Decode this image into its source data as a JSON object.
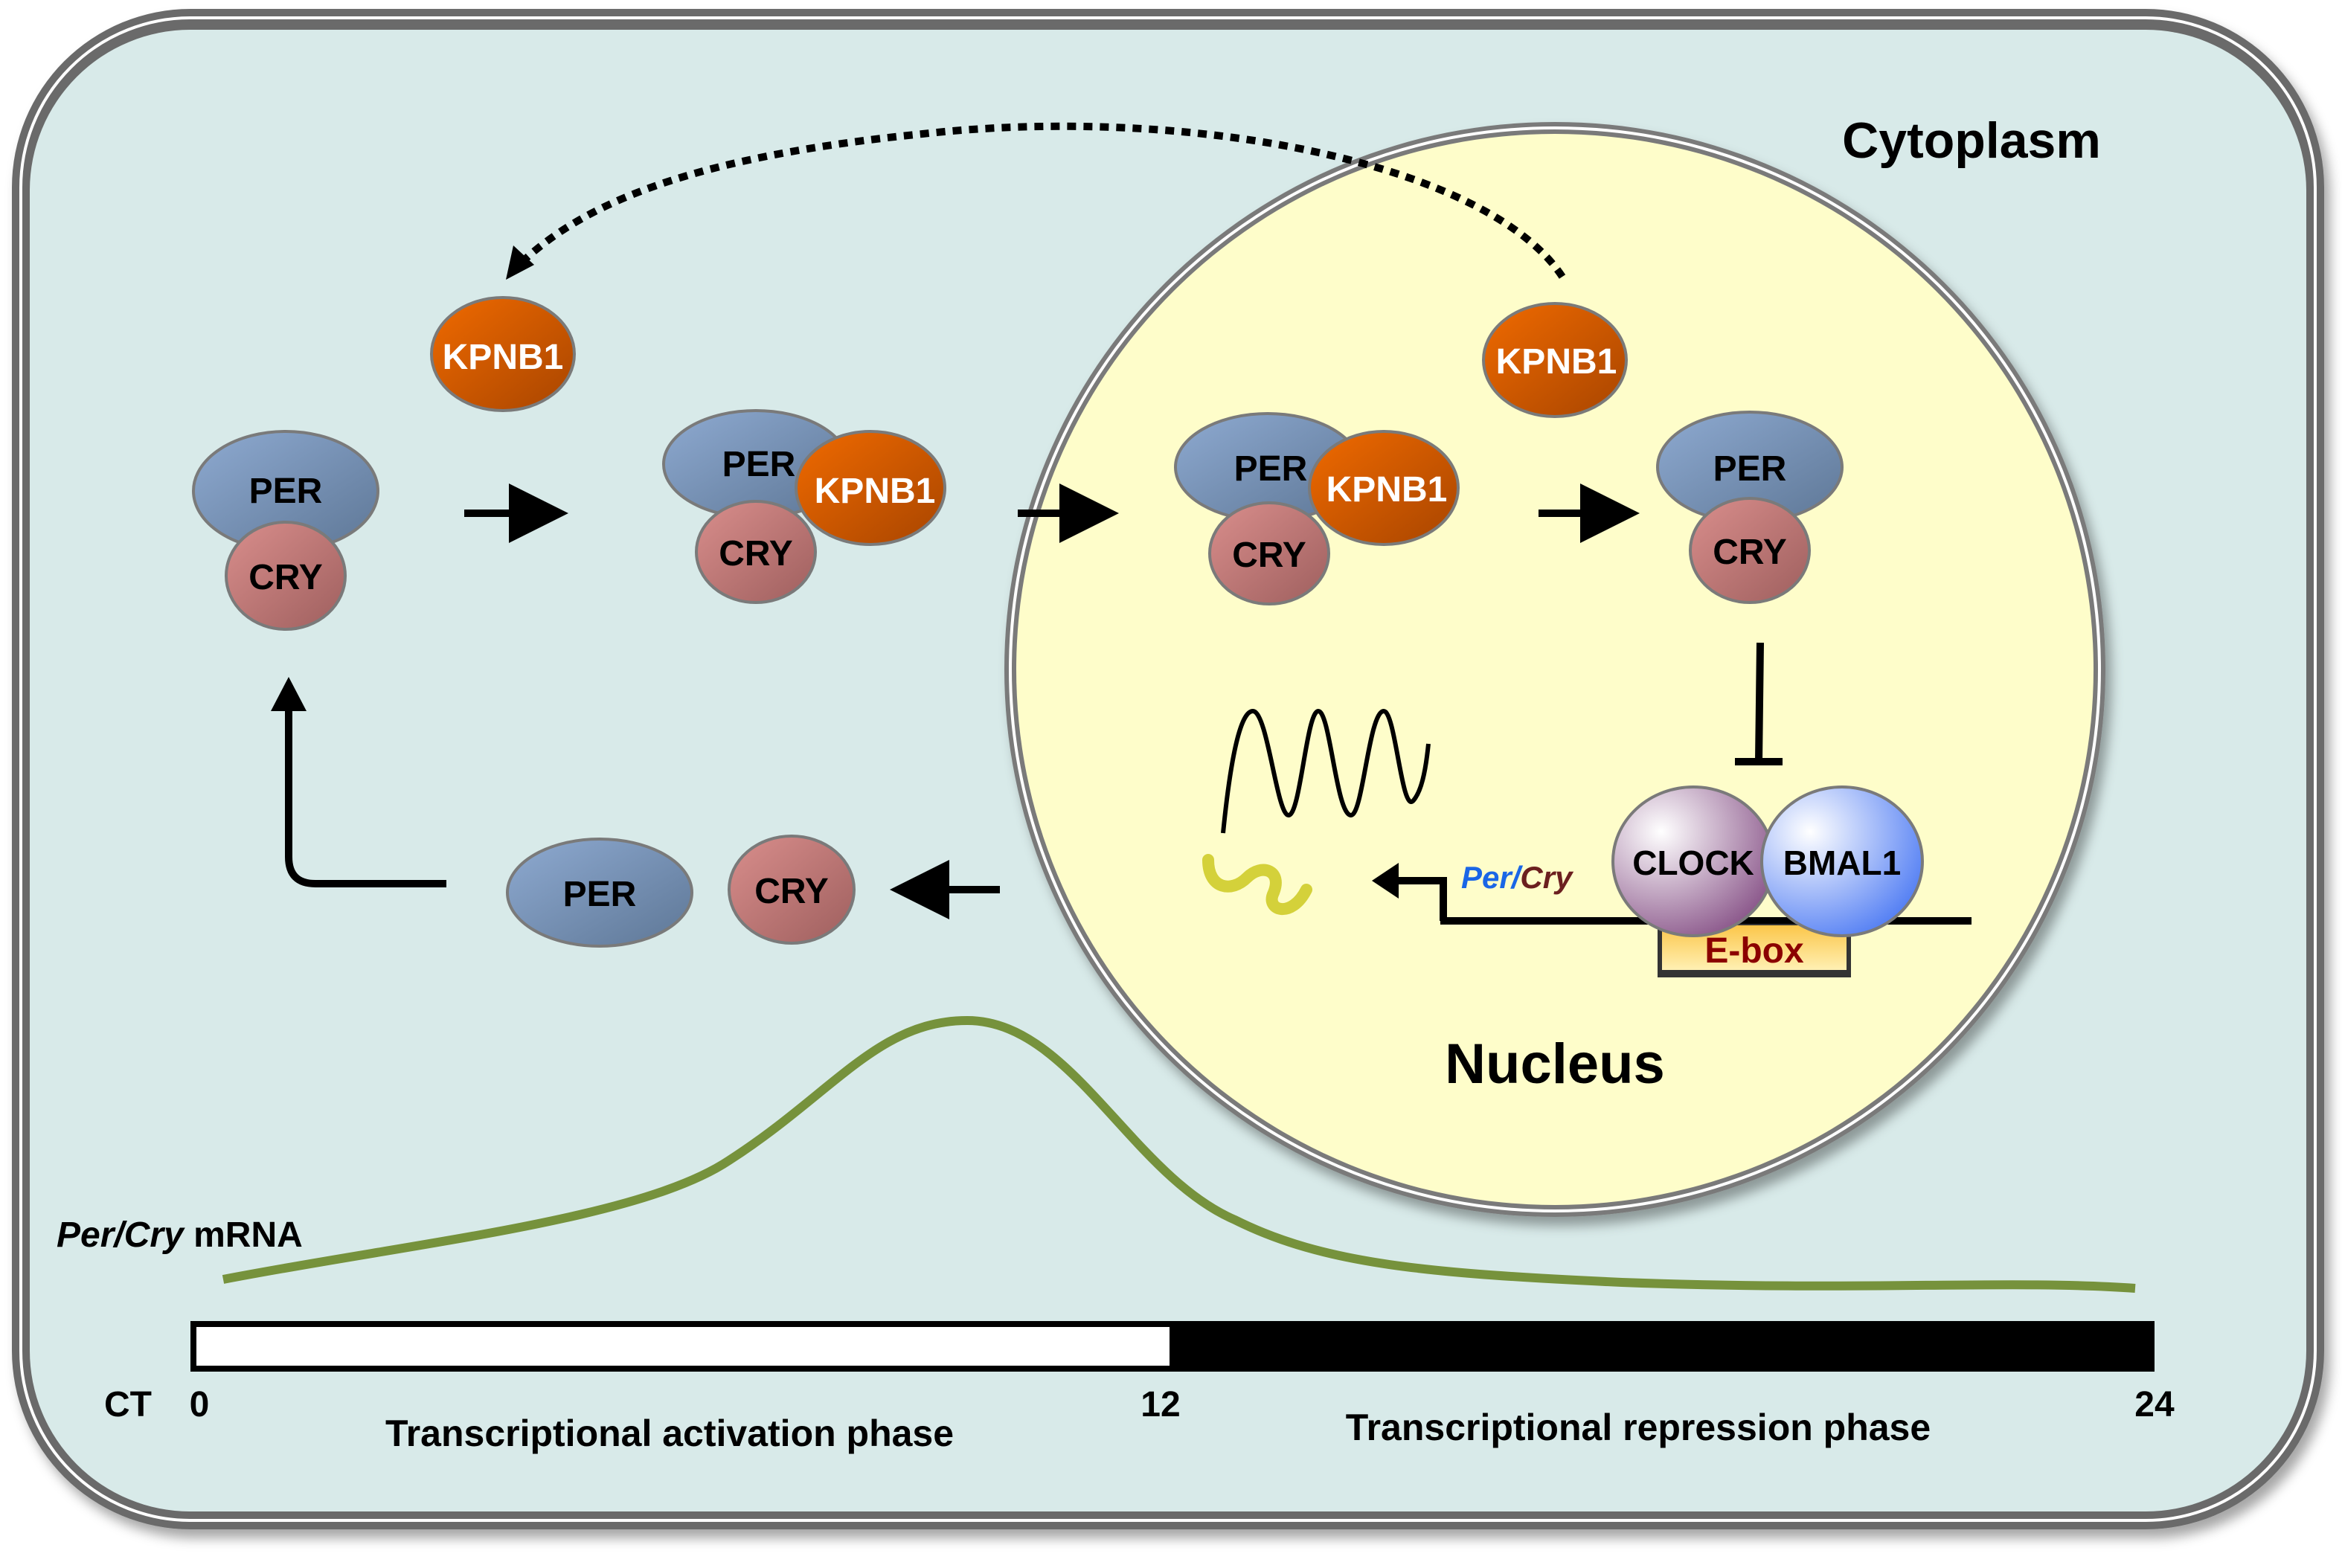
{
  "title": "Circadian clock feedback loop: PER/CRY nuclear import via KPNB1",
  "compartments": {
    "cytoplasm": "Cytoplasm",
    "nucleus": "Nucleus"
  },
  "proteins": {
    "per": "PER",
    "cry": "CRY",
    "kpnb1": "KPNB1",
    "clock": "CLOCK",
    "bmal1": "BMAL1"
  },
  "gene": {
    "per": "Per",
    "slash": "/",
    "cry": "Cry"
  },
  "ebox": "E-box",
  "mrna_label": {
    "italic": "Per/Cry",
    "rest": " mRNA"
  },
  "timeline": {
    "prefix": "CT",
    "ticks": [
      "0",
      "12",
      "24"
    ],
    "activation": "Transcriptional activation phase",
    "repression": "Transcriptional repression phase"
  },
  "colors": {
    "cytoplasm_bg": "#d8eae9",
    "nucleus_bg": "#fefdca",
    "per": "#7b97bd",
    "cry": "#c47a79",
    "kpnb1": "#d55f0a",
    "clock": "#a98fa8",
    "bmal1": "#7e9ff0",
    "mrna_curve": "#76923c",
    "per_gene_text": "#1a66e6",
    "cry_gene_text": "#6b1f1f",
    "ebox_text": "#8b0000",
    "ebox_fill": "#ffd966"
  }
}
